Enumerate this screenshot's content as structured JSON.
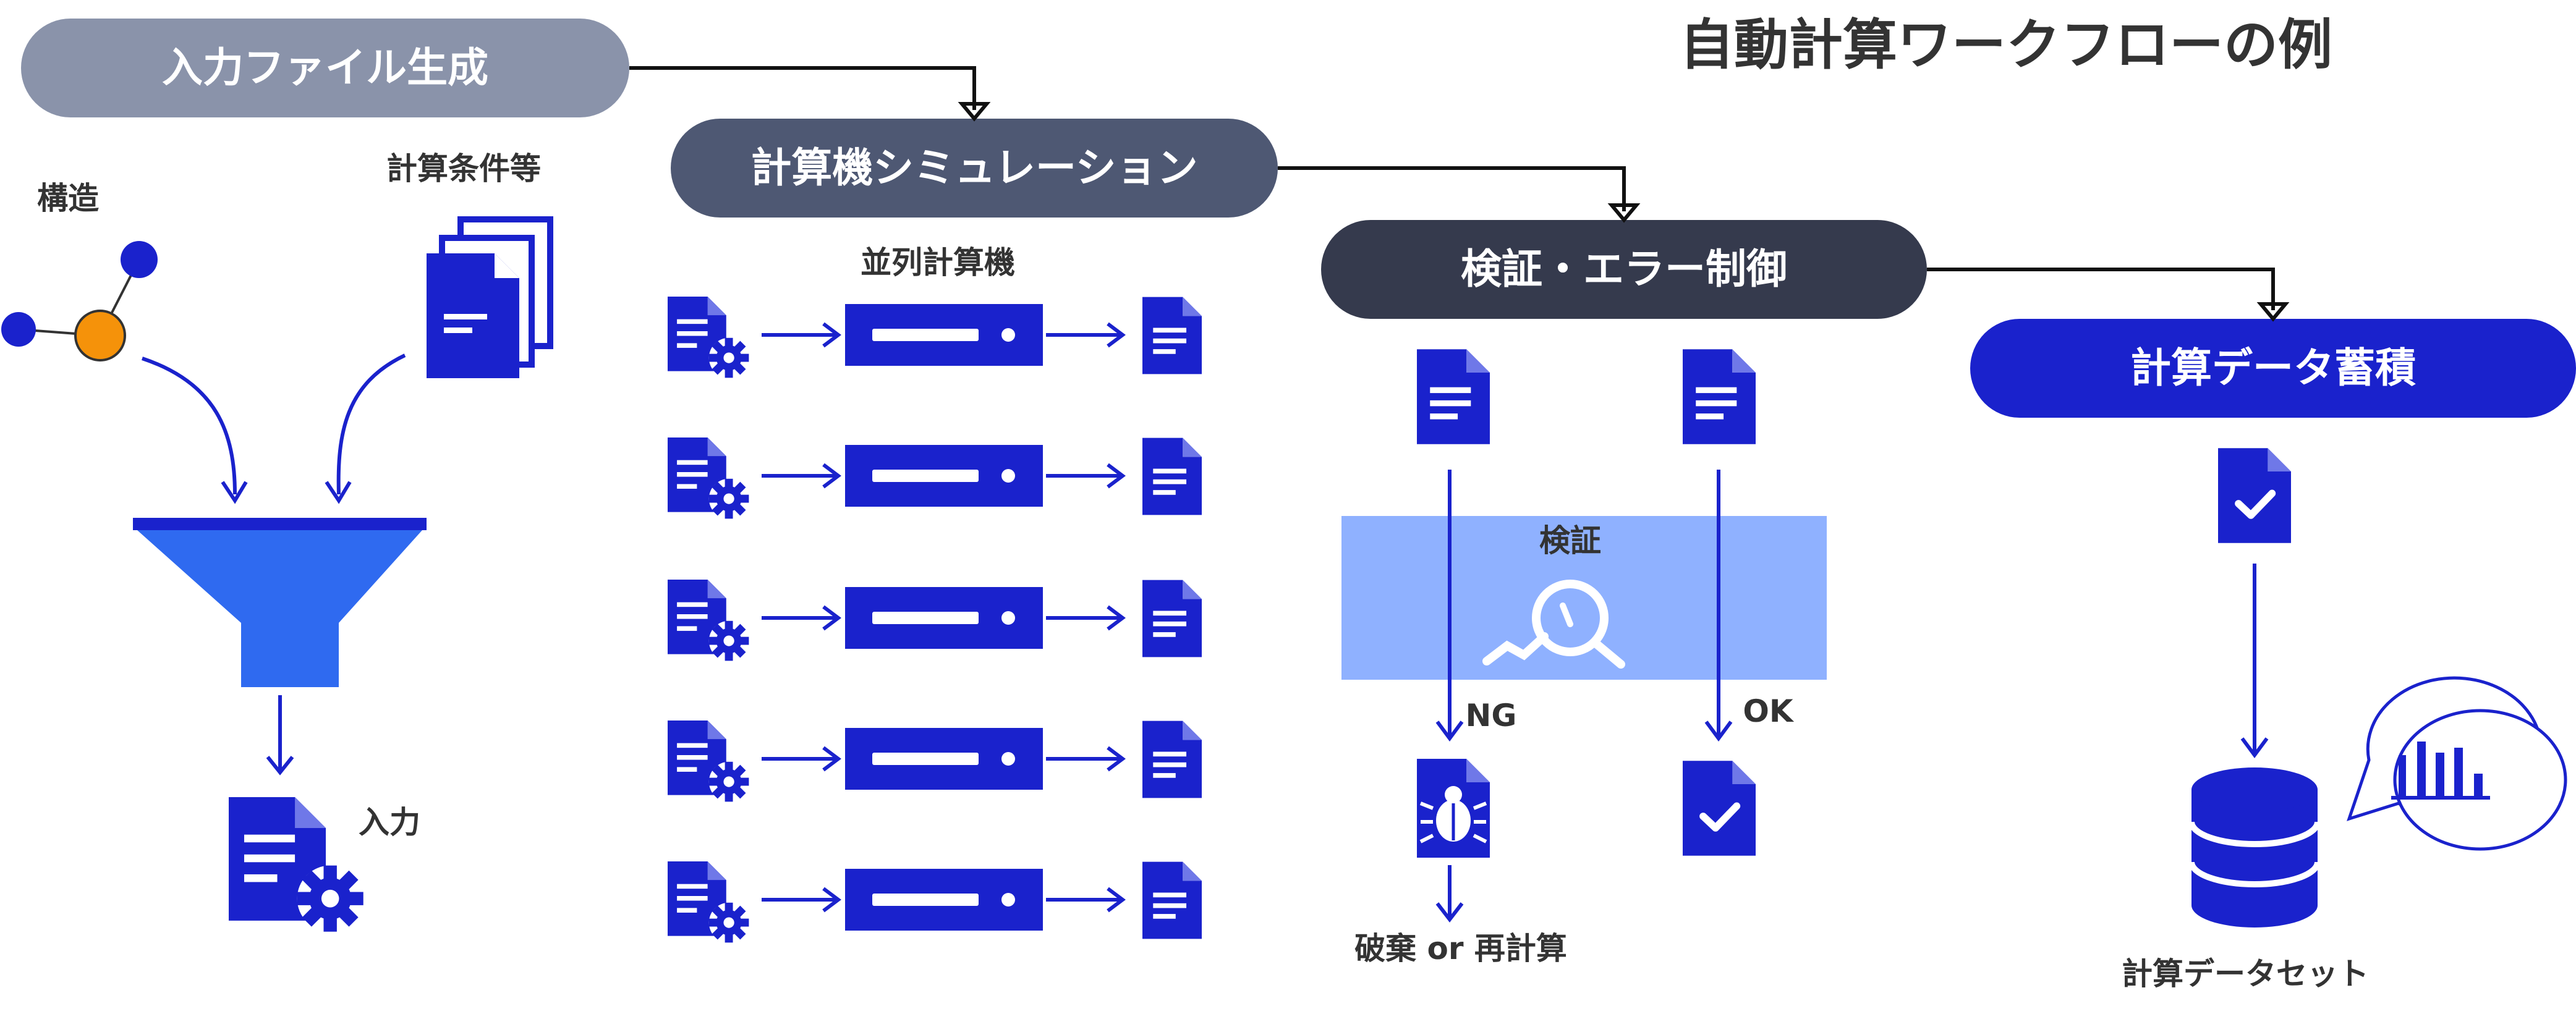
{
  "title": "自動計算ワークフローの例",
  "stages": {
    "input_generation": "入力ファイル生成",
    "simulation": "計算機シミュレーション",
    "validation": "検証・エラー制御",
    "accumulation": "計算データ蓄積"
  },
  "labels": {
    "structure": "構造",
    "conditions": "計算条件等",
    "input": "入力",
    "parallel": "並列計算機",
    "verify": "検証",
    "ng": "NG",
    "ok": "OK",
    "discard": "破棄 or 再計算",
    "dataset": "計算データセット"
  },
  "colors": {
    "stage1": "#8a93aa",
    "stage2": "#4e5873",
    "stage3": "#353a4d",
    "stage4": "#1a22cc",
    "icon": "#1a22cc",
    "funnel": "#2f6af0",
    "node_orange": "#f5920a",
    "verify_box": "#8fb1ff"
  },
  "icons": [
    "molecule-icon",
    "documents-stack-icon",
    "funnel-icon",
    "document-gear-icon",
    "server-icon",
    "document-icon",
    "magnifier-icon",
    "bug-document-icon",
    "check-document-icon",
    "database-icon",
    "bar-chart-bubble-icon"
  ]
}
